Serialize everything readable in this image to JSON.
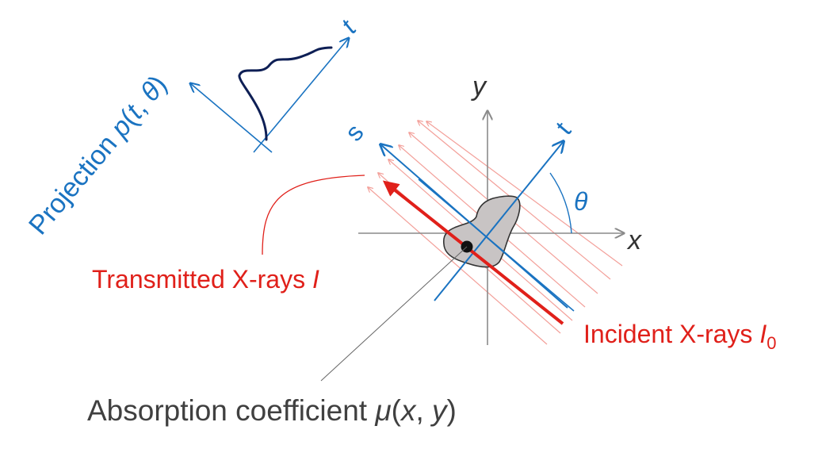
{
  "colors": {
    "blue": "#1a73c1",
    "red": "#e0201a",
    "red_light": "#f3a09a",
    "dark_navy": "#0e1f55",
    "gray_axis": "#8a8a8a",
    "text_gray": "#404040",
    "object_fill": "#c8c4c4"
  },
  "projection": {
    "label_word": "Projection ",
    "label_symbol": "p",
    "label_args_open": "(",
    "label_t": "t",
    "label_sep": ", ",
    "label_theta": "θ",
    "label_args_close": ")",
    "t_axis_label": "t"
  },
  "axes": {
    "x_label": "x",
    "y_label": "y",
    "s_label": "s",
    "t_label": "t",
    "angle_label": "θ"
  },
  "transmitted": {
    "text": "Transmitted X-rays ",
    "symbol": "I"
  },
  "incident": {
    "text": "Incident X-rays ",
    "symbol": "I",
    "subscript": "0"
  },
  "absorption": {
    "text": "Absorption coefficient ",
    "symbol": "μ",
    "open": "(",
    "x": "x",
    "sep": ", ",
    "y": "y",
    "close": ")"
  }
}
